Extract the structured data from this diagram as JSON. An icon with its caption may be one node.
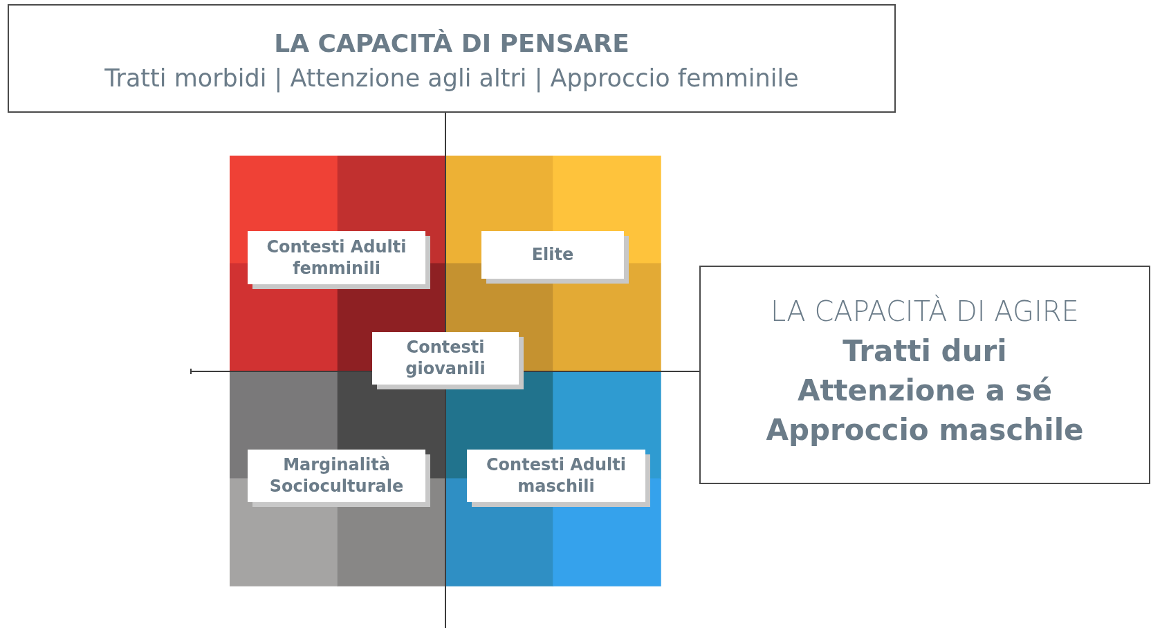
{
  "diagram": {
    "nodes": [
      {
        "text": [
          "LA CAPACITÀ DI PENSARE",
          "Tratti morbidi | Attenzione agli altri | Approccio femminile"
        ]
      },
      {
        "text": [
          "LA CAPACITÀ DI AGIRE",
          "Tratti duri",
          "Attenzione a sé",
          "Approccio maschile"
        ]
      },
      {
        "text": [
          "Contesti Adulti femminili"
        ]
      },
      {
        "text": [
          "Elite"
        ]
      },
      {
        "text": [
          "Contesti giovanili"
        ]
      },
      {
        "text": [
          "Marginalità Socioculturale"
        ]
      },
      {
        "text": [
          "Contesti Adulti maschili"
        ]
      }
    ],
    "edges": []
  }
}
